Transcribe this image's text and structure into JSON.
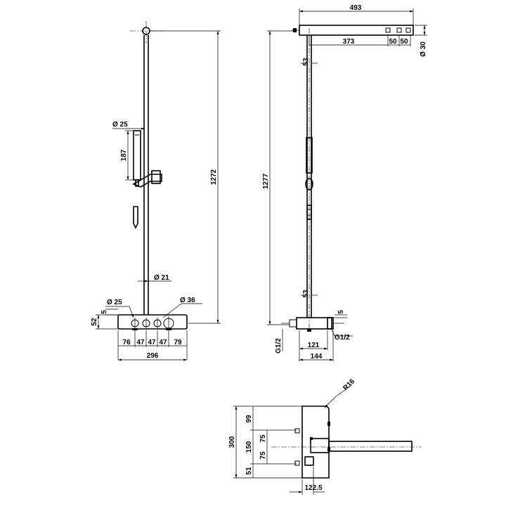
{
  "front_view": {
    "d_head": "Ø 25",
    "hand_len": "187",
    "d_rail": "Ø 21",
    "height": "1272",
    "d_left_knob": "Ø 25",
    "gap_small": "5",
    "panel_h": "52",
    "d_right_knob": "Ø 36",
    "spacing": [
      "76",
      "47",
      "47",
      "47",
      "79"
    ],
    "width": "296"
  },
  "side_view": {
    "arm_total": "493",
    "arm_to_nozzle": "373",
    "nozzle_a": "50",
    "nozzle_b": "50",
    "arm_dia": "Ø 30",
    "top_d": "53",
    "height": "1277",
    "bottom_d": "53",
    "gap": "5",
    "thread_left": "G1/2",
    "thread_right": "G1/2",
    "depth_inner": "121",
    "depth_outer": "144"
  },
  "top_view": {
    "radius": "R16",
    "total": "300",
    "top": "99",
    "mid": "150",
    "half_a": "75",
    "half_b": "75",
    "bottom": "51",
    "width": "122.5"
  }
}
